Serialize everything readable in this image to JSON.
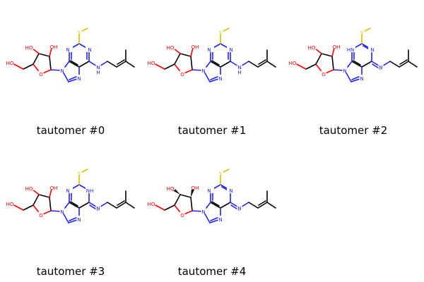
{
  "tautomers": [
    {
      "caption": "tautomer #0",
      "variant": "amine",
      "labels": {
        "s": "S",
        "n1": "N",
        "n3": "N",
        "n7": "N",
        "n9": "N",
        "nh": "N",
        "nhH": "H",
        "oh2": "OH",
        "oh3": "HO",
        "o4": "O",
        "ho5": "HO"
      }
    },
    {
      "caption": "tautomer #1",
      "variant": "amine",
      "labels": {
        "s": "S",
        "n1": "N",
        "n3": "N",
        "n7": "N",
        "n9": "N",
        "nh": "N",
        "nhH": "H",
        "oh2": "OH",
        "oh3": "HO",
        "o4": "O",
        "ho5": "HO"
      }
    },
    {
      "caption": "tautomer #2",
      "variant": "imine-n3h",
      "labels": {
        "s": "S",
        "n1": "N",
        "n3": "HN",
        "n7": "N",
        "n9": "N",
        "nh": "N",
        "nhH": "",
        "oh2": "OH",
        "oh3": "HO",
        "o4": "O",
        "ho5": "HO"
      }
    },
    {
      "caption": "tautomer #3",
      "variant": "imine-n1h",
      "labels": {
        "s": "S",
        "n1": "NH",
        "n3": "N",
        "n7": "N",
        "n9": "N",
        "nh": "N",
        "nhH": "",
        "oh2": "OH",
        "oh3": "HO",
        "o4": "O",
        "ho5": "HO"
      }
    },
    {
      "caption": "tautomer #4",
      "variant": "imine",
      "labels": {
        "s": "S",
        "n1": "N",
        "n3": "N",
        "n7": "N",
        "n9": "N",
        "nh": "N",
        "nhH": "",
        "oh2": "OH",
        "oh3": "HO",
        "o4": "O",
        "ho5": "HO"
      }
    }
  ]
}
